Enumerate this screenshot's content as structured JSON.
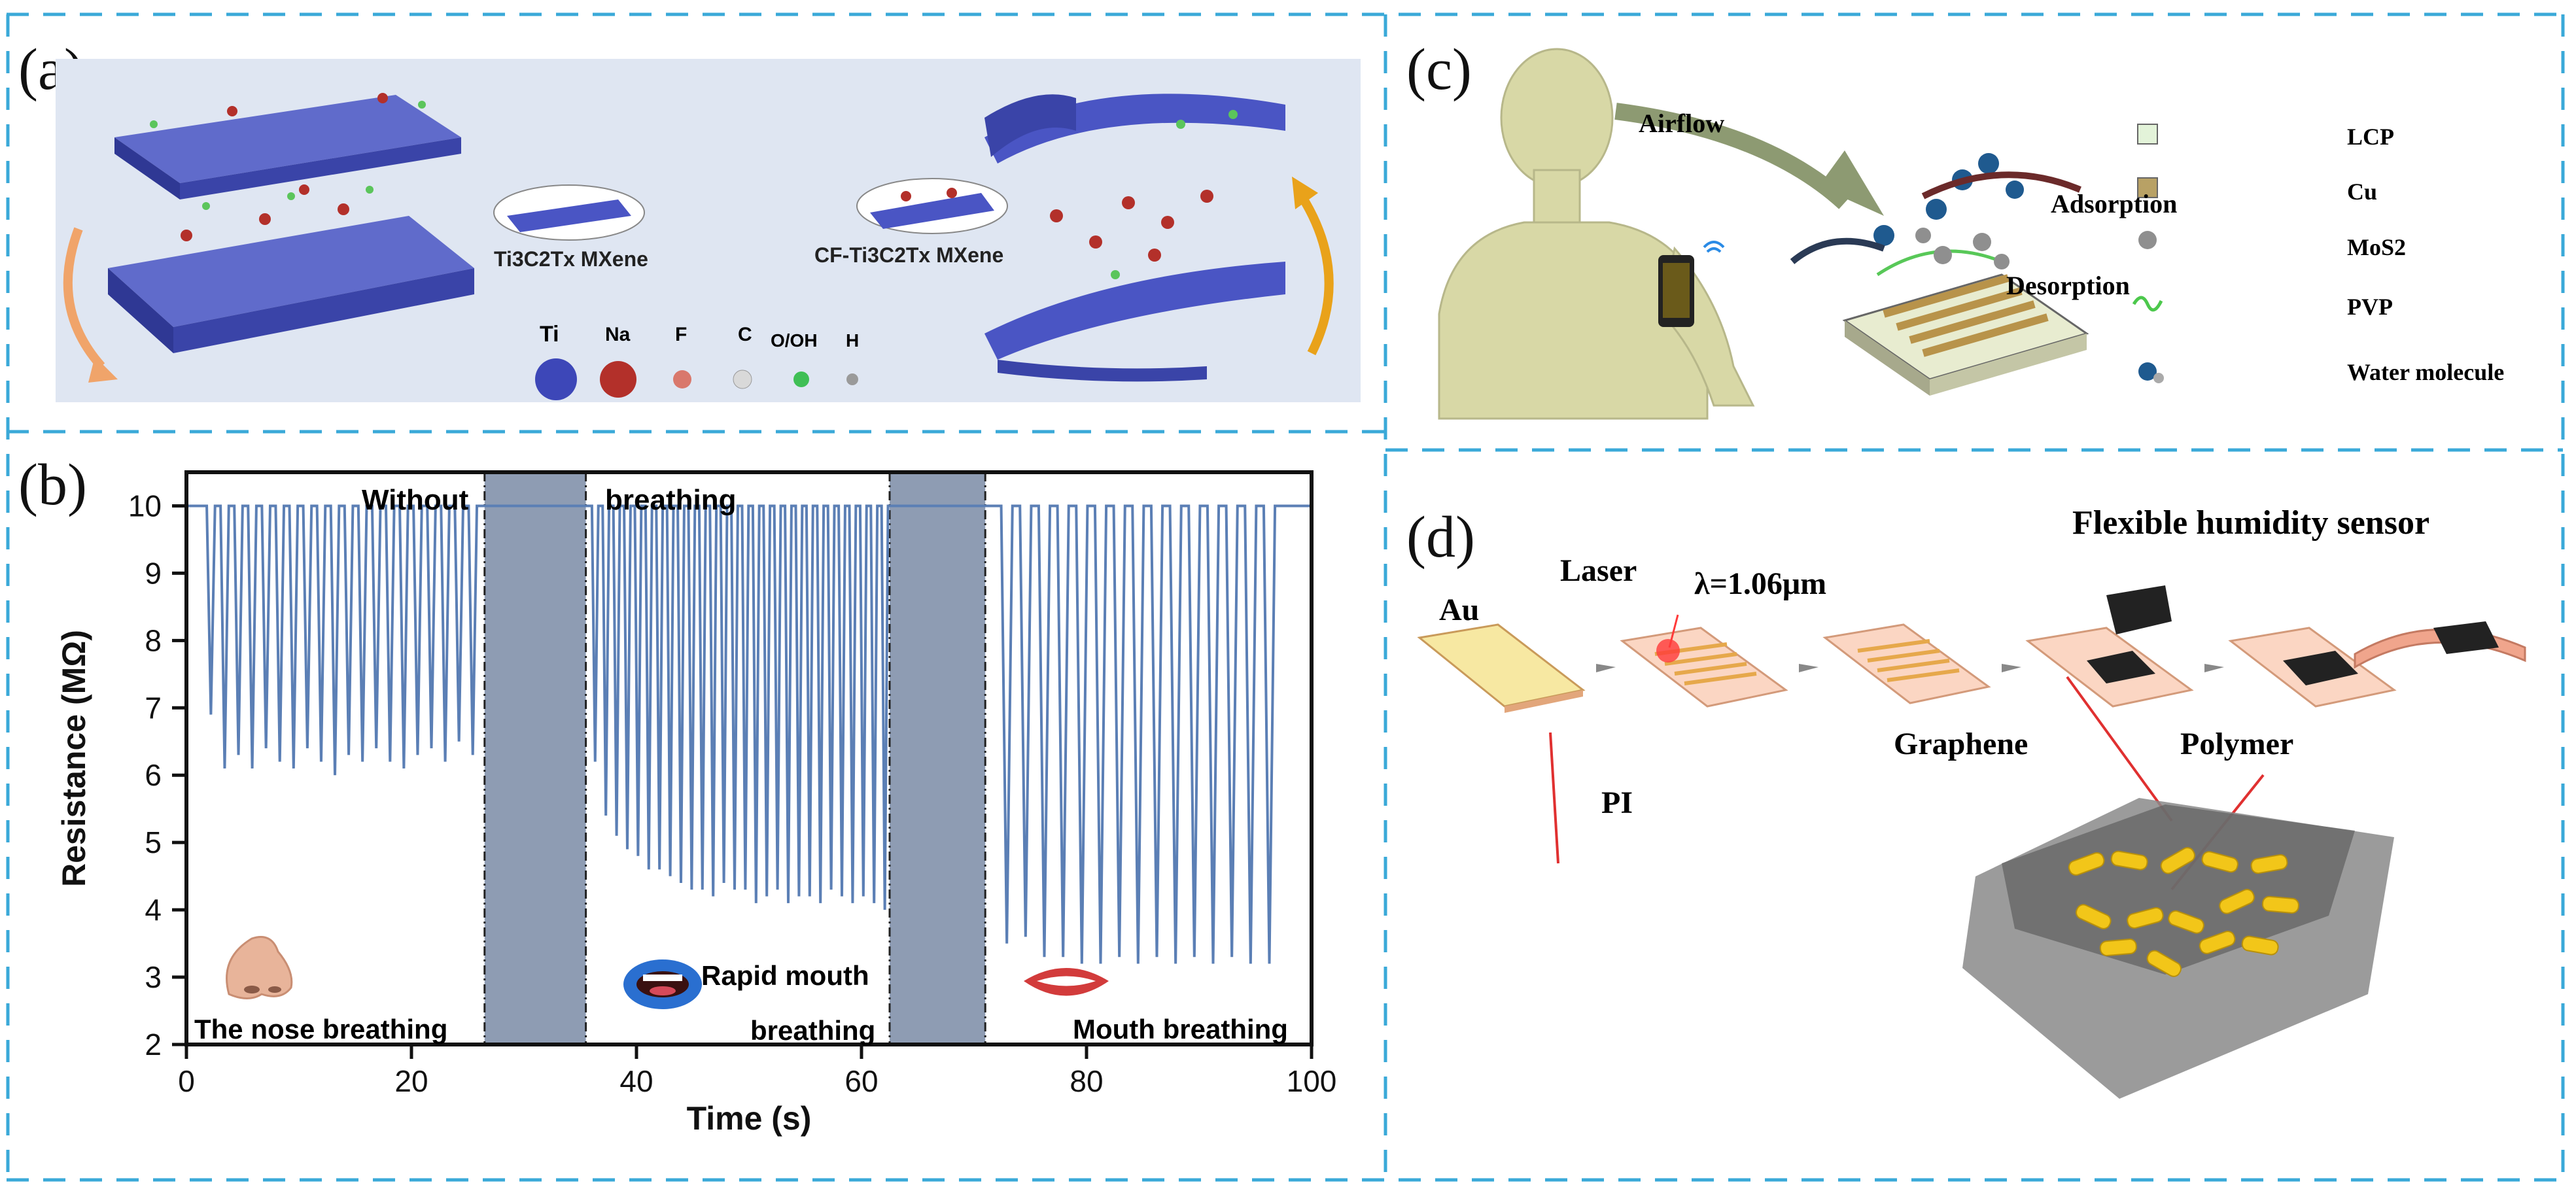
{
  "colors": {
    "frame_dash": "#3aa9d8",
    "panel_a_bg": "#dfe6f2",
    "atom_blue": "#3d47b8",
    "atom_red": "#b3302a",
    "chart_line": "#5b7fb5",
    "shade_band": "#8e9cb3"
  },
  "panel_a": {
    "letter": "(a)",
    "label_left": "Ti3C2Tx MXene",
    "label_right": "CF-Ti3C2Tx MXene",
    "legend": [
      "Ti",
      "Na",
      "F",
      "C",
      "O/OH",
      "H"
    ]
  },
  "panel_b": {
    "letter": "(b)",
    "annotations": {
      "without": "Without",
      "breathing_top": "breathing",
      "nose": "The nose breathing",
      "rapid_1": "Rapid mouth",
      "rapid_2": "breathing",
      "mouth": "Mouth breathing"
    }
  },
  "chart_data": {
    "type": "line",
    "title": "",
    "xlabel": "Time (s)",
    "ylabel": "Resistance (MΩ)",
    "xlim": [
      0,
      100
    ],
    "ylim": [
      2,
      10.5
    ],
    "xticks": [
      0,
      20,
      40,
      60,
      80,
      100
    ],
    "yticks": [
      2,
      3,
      4,
      5,
      6,
      7,
      8,
      9,
      10
    ],
    "shaded_intervals": [
      [
        26.5,
        35.5
      ],
      [
        62.5,
        71
      ]
    ],
    "series": [
      {
        "segments": [
          {
            "label": "The nose breathing",
            "x_start": 1.5,
            "x_end": 26,
            "cycles": 20,
            "baseline": 10,
            "minima": [
              6.9,
              6.1,
              6.3,
              6.1,
              6.4,
              6.2,
              6.1,
              6.4,
              6.2,
              6.0,
              6.3,
              6.2,
              6.4,
              6.2,
              6.1,
              6.3,
              6.4,
              6.2,
              6.5,
              6.3
            ]
          },
          {
            "label": "Rapid mouth breathing",
            "x_start": 35.8,
            "x_end": 62.5,
            "cycles": 28,
            "baseline": 10,
            "minima": [
              6.2,
              5.4,
              5.1,
              4.9,
              4.8,
              4.6,
              4.6,
              4.5,
              4.4,
              4.3,
              4.3,
              4.2,
              4.4,
              4.3,
              4.3,
              4.1,
              4.2,
              4.3,
              4.1,
              4.2,
              4.2,
              4.1,
              4.3,
              4.2,
              4.1,
              4.2,
              4.1,
              4.0
            ]
          },
          {
            "label": "Mouth breathing",
            "x_start": 72,
            "x_end": 97,
            "cycles": 15,
            "baseline": 10,
            "minima": [
              3.5,
              3.6,
              3.3,
              3.3,
              3.2,
              3.2,
              3.3,
              3.2,
              3.3,
              3.2,
              3.3,
              3.2,
              3.3,
              3.2,
              3.2
            ]
          }
        ]
      }
    ]
  },
  "panel_c": {
    "letter": "(c)",
    "airflow": "Airflow",
    "adsorption": "Adsorption",
    "desorption": "Desorption",
    "legend": [
      "LCP",
      "Cu",
      "MoS2",
      "PVP",
      "Water molecule"
    ]
  },
  "panel_d": {
    "letter": "(d)",
    "title": "Flexible humidity sensor",
    "au": "Au",
    "laser": "Laser",
    "wavelength": "λ=1.06μm",
    "pi": "PI",
    "graphene": "Graphene",
    "polymer": "Polymer"
  }
}
